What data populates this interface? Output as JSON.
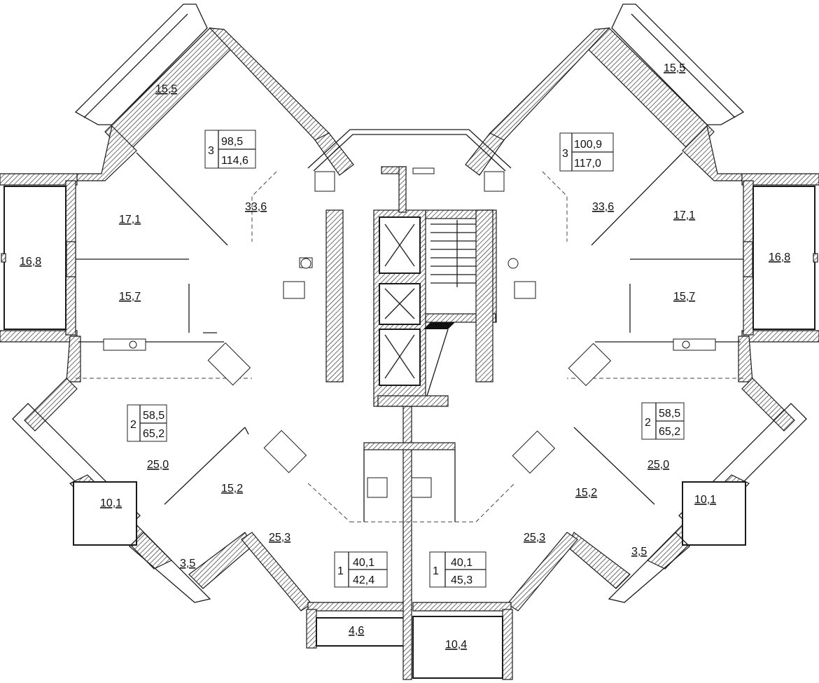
{
  "apartments": [
    {
      "rooms": "3",
      "living": "98,5",
      "total": "114,6"
    },
    {
      "rooms": "3",
      "living": "100,9",
      "total": "117,0"
    },
    {
      "rooms": "2",
      "living": "58,5",
      "total": "65,2"
    },
    {
      "rooms": "2",
      "living": "58,5",
      "total": "65,2"
    },
    {
      "rooms": "1",
      "living": "40,1",
      "total": "42,4"
    },
    {
      "rooms": "1",
      "living": "40,1",
      "total": "45,3"
    }
  ],
  "rooms": {
    "tl_balcony": "15,5",
    "tr_balcony": "15,5",
    "tl_hall": "33,6",
    "tr_hall": "33,6",
    "tl_room1": "17,1",
    "tr_room1": "17,1",
    "tl_loggia": "16,8",
    "tr_loggia": "16,8",
    "tl_room2": "15,7",
    "tr_room2": "15,7",
    "ml_living": "25,0",
    "mr_living": "25,0",
    "ml_bed": "15,2",
    "mr_bed": "15,2",
    "ml_balcony": "10,1",
    "mr_balcony": "10,1",
    "ml_small": "3,5",
    "mr_small": "3,5",
    "bl_living": "25,3",
    "br_living": "25,3",
    "bl_balcony": "4,6",
    "br_balcony": "10,4"
  }
}
